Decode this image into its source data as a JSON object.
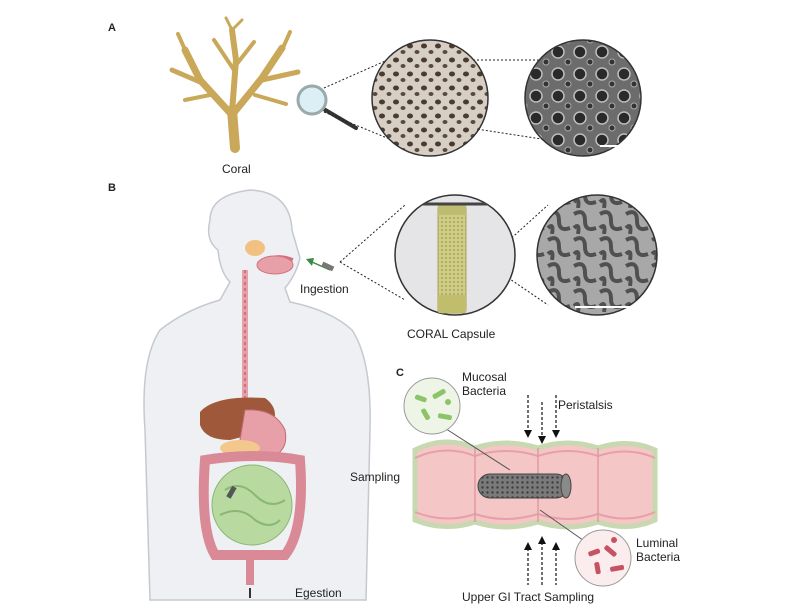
{
  "panels": {
    "a": "A",
    "b": "B",
    "c": "C"
  },
  "labels": {
    "coral": "Coral",
    "ingestion": "Ingestion",
    "capsule": "CORAL Capsule",
    "sampling": "Sampling",
    "egestion": "Egestion",
    "mucosal": "Mucosal\nBacteria",
    "peristalsis": "Peristalsis",
    "luminal": "Luminal\nBacteria",
    "upper_gi": "Upper GI Tract Sampling"
  },
  "colors": {
    "coral": "#c9a85a",
    "skin": "#eef0f3",
    "gi_tract": "#e8a0a8",
    "intestine_green": "#b8d9a0",
    "liver": "#a0583a",
    "capsule": "#d6d48a",
    "mesh": "#5b5b5b"
  }
}
